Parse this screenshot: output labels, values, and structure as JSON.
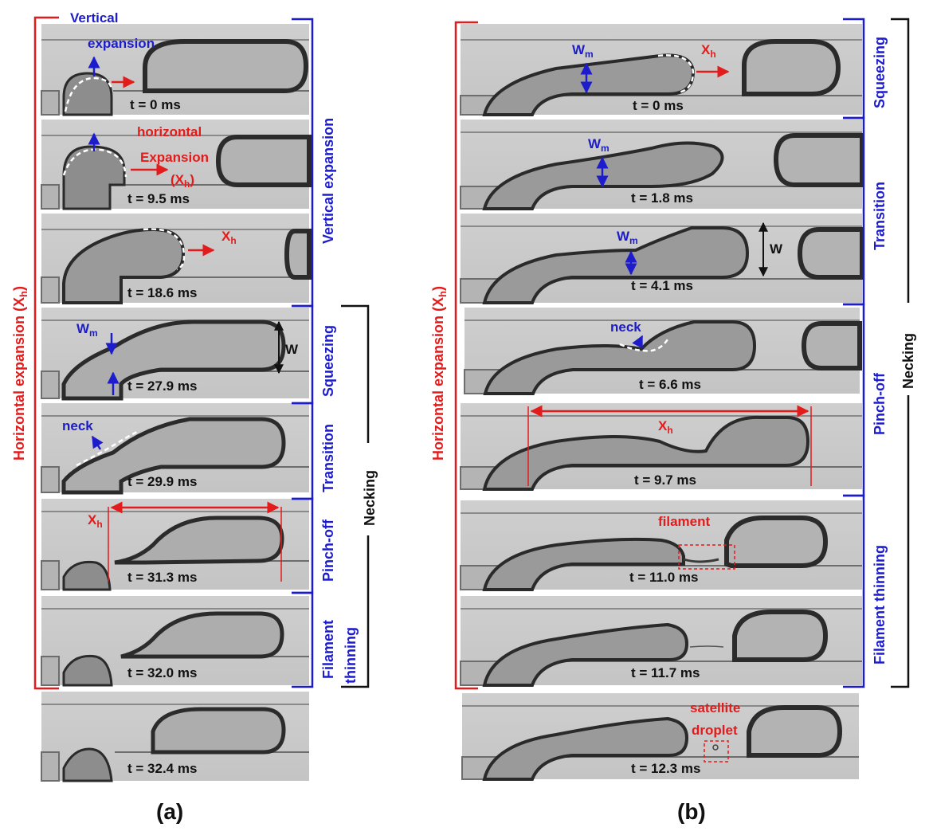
{
  "colors": {
    "red": "#e41b1b",
    "blue": "#1c1ccc",
    "black": "#111111",
    "frame_bg": "#c9c9c9"
  },
  "panel_a": {
    "label": "(a)",
    "frames": [
      {
        "time": "t = 0 ms"
      },
      {
        "time": "t = 9.5 ms"
      },
      {
        "time": "t = 18.6 ms"
      },
      {
        "time": "t = 27.9 ms"
      },
      {
        "time": "t = 29.9 ms"
      },
      {
        "time": "t = 31.3 ms"
      },
      {
        "time": "t = 32.0 ms"
      },
      {
        "time": "t = 32.4 ms"
      }
    ],
    "annotations": {
      "vertical_expansion": [
        "Vertical",
        "expansion"
      ],
      "horizontal_expansion": [
        "horizontal",
        "Expansion",
        "(X",
        "h",
        ")"
      ],
      "xh_main": "X",
      "xh_sub": "h",
      "wm_main": "W",
      "wm_sub": "m",
      "w": "W",
      "neck": "neck"
    },
    "left_bracket": {
      "main": "Horizontal expansion (X",
      "sub": "h",
      "close": ")"
    },
    "stages": [
      "Vertical expansion",
      "Squeezing",
      "Transition",
      "Pinch-off",
      "Filament",
      "thinning"
    ],
    "necking": "Necking"
  },
  "panel_b": {
    "label": "(b)",
    "frames": [
      {
        "time": "t = 0 ms"
      },
      {
        "time": "t = 1.8 ms"
      },
      {
        "time": "t = 4.1 ms"
      },
      {
        "time": "t = 6.6 ms"
      },
      {
        "time": "t = 9.7 ms"
      },
      {
        "time": "t = 11.0 ms"
      },
      {
        "time": "t = 11.7 ms"
      },
      {
        "time": "t = 12.3 ms"
      }
    ],
    "annotations": {
      "wm_main": "W",
      "wm_sub": "m",
      "xh_main": "X",
      "xh_sub": "h",
      "w": "W",
      "neck": "neck",
      "filament": "filament",
      "satellite": [
        "satellite",
        "droplet"
      ]
    },
    "left_bracket": {
      "main": "Horizontal expansion (X",
      "sub": "h",
      "close": ")"
    },
    "stages": [
      "Squeezing",
      "Transition",
      "Pinch-off",
      "Filament thinning"
    ],
    "necking": "Necking"
  }
}
